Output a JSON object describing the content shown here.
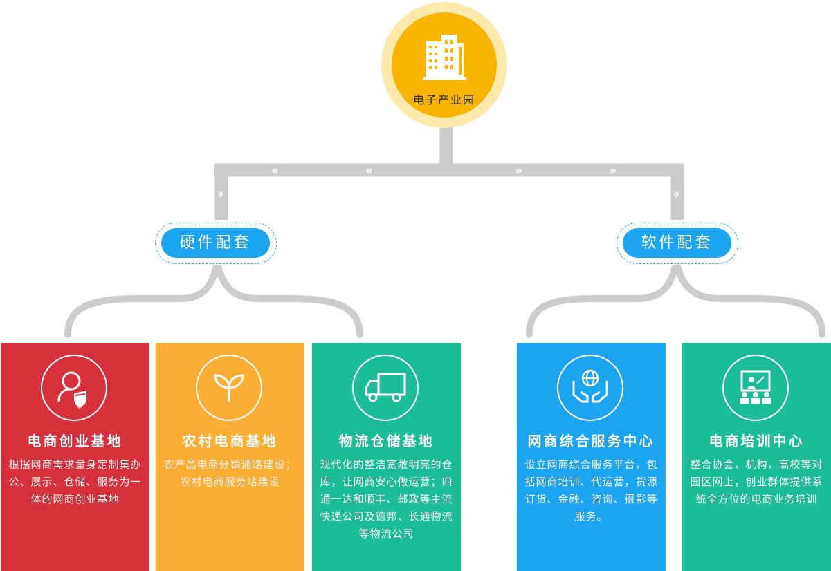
{
  "root": {
    "label": "电子产业园",
    "icon": "building-icon",
    "color": "#f7b500"
  },
  "categories": [
    {
      "label": "硬件配套",
      "cards": [
        {
          "title": "电商创业基地",
          "desc": "根据网商需求量身定制集办公、展示、仓储、服务为一体的网商创业基地",
          "icon": "person-shield-icon",
          "color": "#d6303b"
        },
        {
          "title": "农村电商基地",
          "desc": "农产品电商分销通路建设；农村电商服务站建设",
          "icon": "sprout-icon",
          "color": "#fbae34"
        },
        {
          "title": "物流仓储基地",
          "desc": "现代化的整洁宽敞明亮的仓库，让网商安心做运营；四通一达和顺丰、邮政等主流快递公司及德邦、长通物流等物流公司",
          "icon": "truck-icon",
          "color": "#1bbc98"
        }
      ]
    },
    {
      "label": "软件配套",
      "cards": [
        {
          "title": "网商综合服务中心",
          "desc": "设立网商综合服务平台，包括网商培训、代运营，货源订货、金融、咨询、摄影等服务。",
          "icon": "globe-hands-icon",
          "color": "#1ba5f0"
        },
        {
          "title": "电商培训中心",
          "desc": "整合协会，机构，高校等对园区网上，创业群体提供系统全方位的电商业务培训",
          "icon": "training-icon",
          "color": "#1bbc98"
        }
      ]
    }
  ],
  "connector_color": "#cccccc"
}
